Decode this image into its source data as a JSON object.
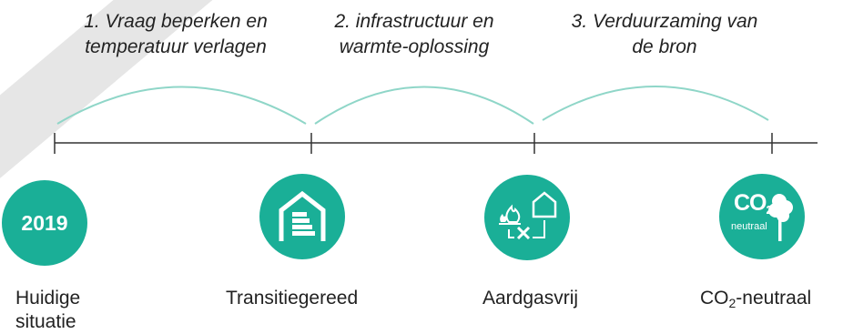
{
  "phases": [
    {
      "text": "1. Vraag beperken en\ntemperatuur verlagen"
    },
    {
      "text": "2. infrastructuur en\nwarmte-oplossing"
    },
    {
      "text": "3. Verduurzaming van\nde bron"
    }
  ],
  "milestones": {
    "current": {
      "badge": "2019",
      "label": "Huidige\nsituatie",
      "icon": "year-badge"
    },
    "transition": {
      "label": "Transitiegereed",
      "icon": "energy-label-house-icon"
    },
    "gasfree": {
      "label": "Aardgasvrij",
      "icon": "no-gas-house-icon"
    },
    "neutral": {
      "badge_main": "CO",
      "badge_sub": "2",
      "badge_caption": "neutraal",
      "label_main": "CO",
      "label_sub": "2",
      "label_rest": "-neutraal",
      "icon": "co2-tree-icon"
    }
  },
  "colors": {
    "accent": "#1aaf97",
    "line": "#333333",
    "watermark": "#e6e6e6"
  }
}
